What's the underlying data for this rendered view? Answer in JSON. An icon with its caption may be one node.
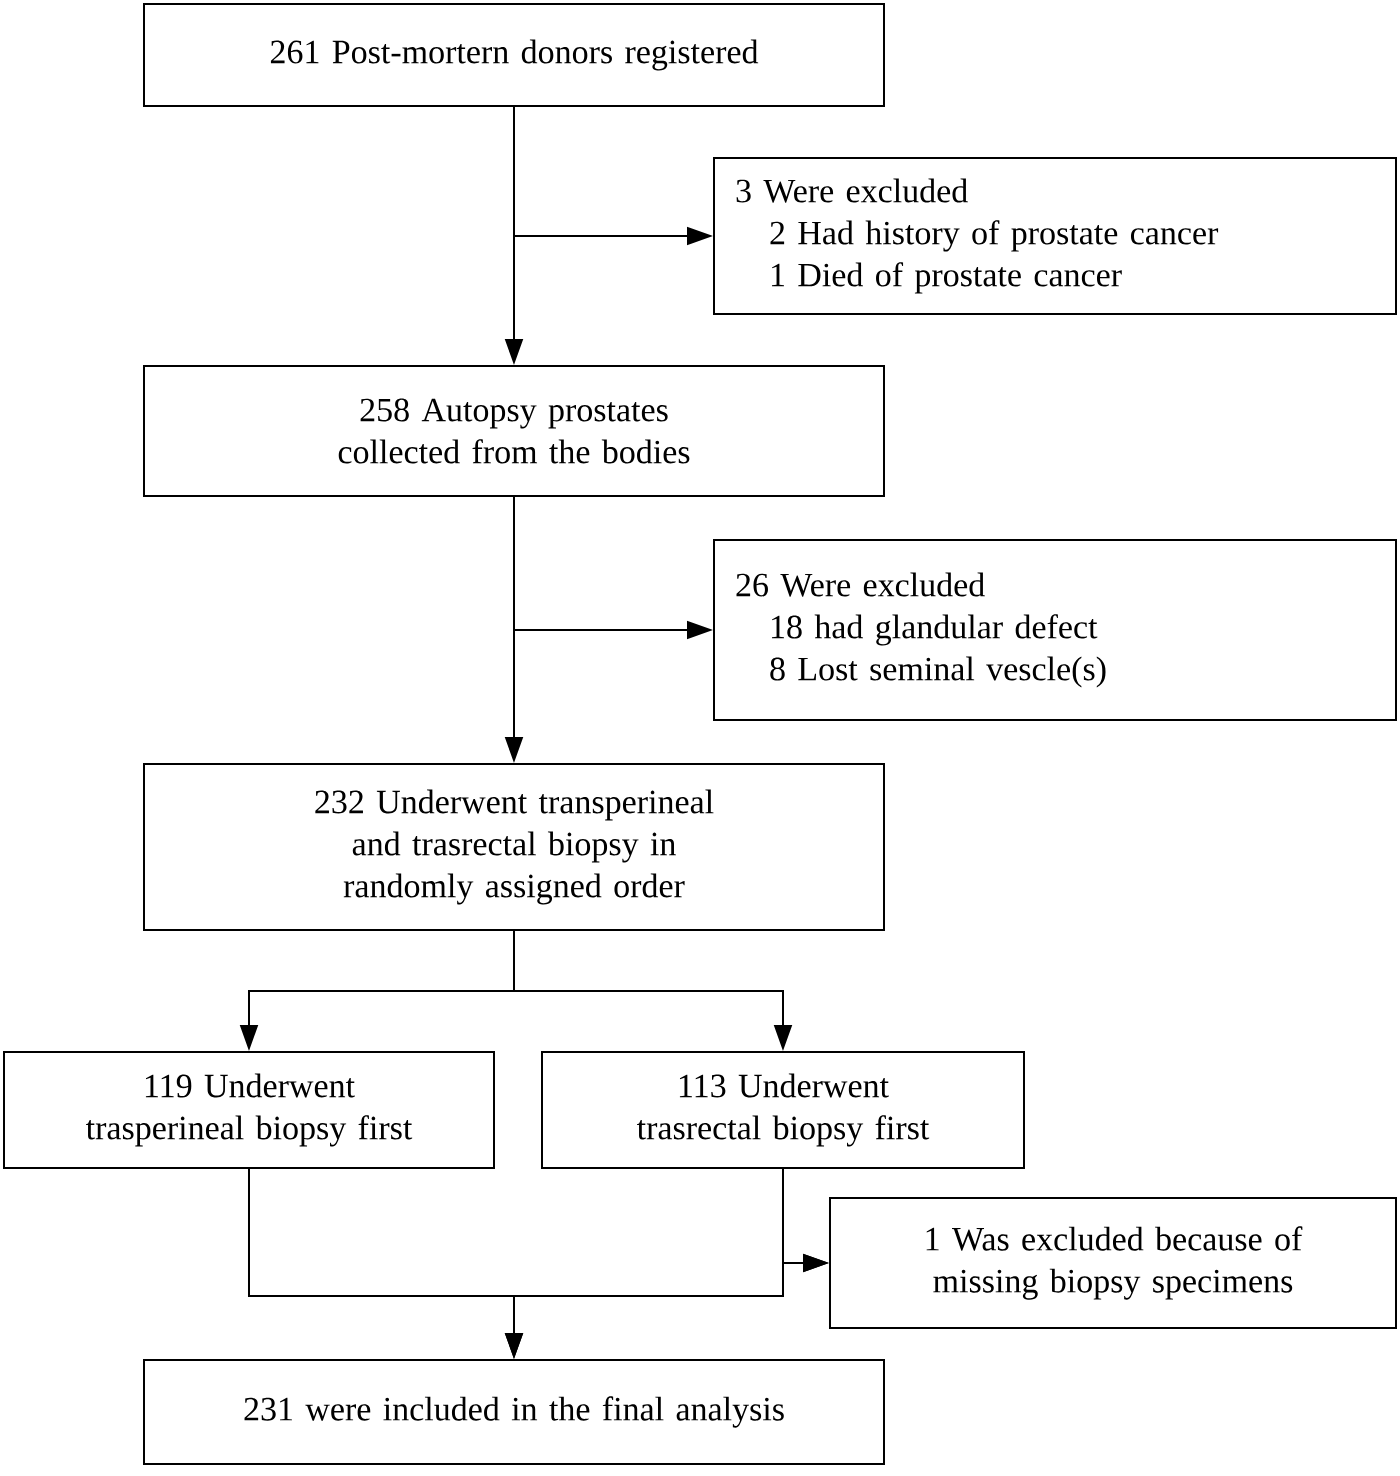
{
  "diagram": {
    "nodes": [
      {
        "text": [
          "261 Post-mortern donors registered"
        ]
      },
      {
        "text": [
          "3 Were excluded",
          "2 Had history of prostate cancer",
          "1 Died of prostate cancer"
        ]
      },
      {
        "text": [
          "258 Autopsy prostates collected from the bodies"
        ]
      },
      {
        "text": [
          "26 Were excluded",
          "18 had glandular defect",
          "8 Lost seminal vescle(s)"
        ]
      },
      {
        "text": [
          "232 Underwent transperineal and trasrectal biopsy in randomly assigned order"
        ]
      },
      {
        "text": [
          "119 Underwent trasperineal biopsy first"
        ]
      },
      {
        "text": [
          "113 Underwent trasrectal biopsy first"
        ]
      },
      {
        "text": [
          "1 Was excluded because of missing biopsy specimens"
        ]
      },
      {
        "text": [
          "231 were included in the final analysis"
        ]
      }
    ],
    "edges": [
      {
        "from": 0,
        "to": 2,
        "arrow": "to"
      },
      {
        "from": 0,
        "to": 1,
        "arrow": "to"
      },
      {
        "from": 2,
        "to": 4,
        "arrow": "to"
      },
      {
        "from": 2,
        "to": 3,
        "arrow": "to"
      },
      {
        "from": 4,
        "to": 5,
        "arrow": "to"
      },
      {
        "from": 4,
        "to": 6,
        "arrow": "to"
      },
      {
        "from": 5,
        "to": 8,
        "arrow": "to"
      },
      {
        "from": 6,
        "to": 8,
        "arrow": "to"
      },
      {
        "from": 5,
        "to": 7,
        "arrow": "to"
      },
      {
        "from": 6,
        "to": 7,
        "arrow": "to"
      }
    ]
  }
}
